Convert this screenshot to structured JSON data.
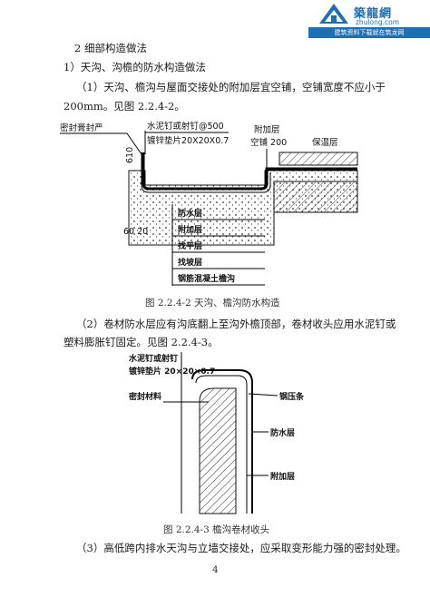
{
  "watermark": {
    "name": "築龍網",
    "domain": "zhulong.com",
    "slogan": "建筑资料下载就在筑龙网"
  },
  "section_heading": "2 细部构造做法",
  "subsection_heading": "1）天沟、沟檐的防水构造做法",
  "para1_line1": "（1）天沟、檐沟与屋面交接处的附加层宜空铺，空铺宽度不应小于",
  "para1_line2": "200mm。见图 2.2.4-2。",
  "figure1": {
    "labels": {
      "sealant": "密封膏封严",
      "nail": "水泥钉或射钉@500",
      "washer": "镀锌垫片20X20X0.7",
      "added_layer": "附加层",
      "void_laid": "空铺 200",
      "insulation": "保温层",
      "dim_top": "610",
      "dim_bottom": "60 20",
      "waterproof": "防水层",
      "added2": "附加层",
      "leveling": "找平层",
      "slope": "找坡层",
      "concrete": "钢筋混凝土檐沟"
    },
    "caption": "图 2.2.4-2 天沟、檐沟防水构造"
  },
  "para2_line1": "（2）卷材防水层应有沟底翻上至沟外檐顶部，卷材收头应用水泥钉或",
  "para2_line2": "塑料膨胀钉固定。见图 2.2.4-3。",
  "figure2": {
    "labels": {
      "nail": "水泥钉或射钉",
      "washer": "镀锌垫片 20×20×0.7",
      "sealing": "密封材料",
      "bead": "钢压条",
      "waterproof": "防水层",
      "added": "附加层"
    },
    "caption": "图 2.2.4-3  檐沟卷材收头"
  },
  "para3": "（3）高低跨内排水天沟与立墙交接处，应采取变形能力强的密封处理。",
  "page_number": "4"
}
